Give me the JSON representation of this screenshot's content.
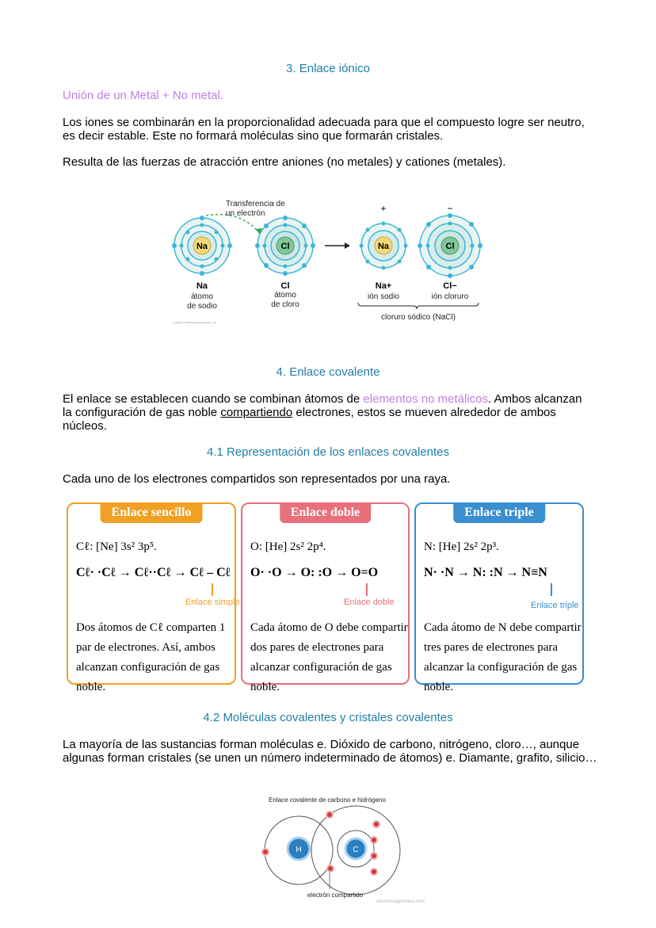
{
  "sec3": {
    "title": "3. Enlace iónico",
    "subtitle": "Unión de un Metal + No metal.",
    "p1": "Los iones se combinarán en la proporcionalidad adecuada para que el compuesto logre ser neutro, es decir estable. Este no formará moléculas sino que formarán cristales.",
    "p2": "Resulta de las fuerzas de atracción entre aniones (no metales) y cationes (metales)."
  },
  "fig1": {
    "transfer_label_1": "Transferencia de",
    "transfer_label_2": "un electrón",
    "na_symbol": "Na",
    "cl_symbol": "Cl",
    "plus": "+",
    "minus": "−",
    "na_name": "Na",
    "na_desc_1": "átomo",
    "na_desc_2": "de sodio",
    "cl_name": "Cl",
    "cl_desc_1": "átomo",
    "cl_desc_2": "de cloro",
    "na_ion": "Na+",
    "na_ion_desc": "ión sodio",
    "cl_ion": "Cl−",
    "cl_ion_desc": "ión cloruro",
    "compound": "cloruro sódico (NaCl)",
    "copyright": "Copyright © 2008 Pearson Education, Inc."
  },
  "sec4": {
    "title": "4. Enlace covalente",
    "p1_a": "El enlace se establecen cuando se combinan átomos de ",
    "p1_link": "elementos no metálicos",
    "p1_b": ". Ambos alcanzan la configuración de gas noble ",
    "p1_u": "compartiendo",
    "p1_c": " electrones, estos se mueven alrededor de ambos núcleos.",
    "sub1": "4.1 Representación de los enlaces covalentes",
    "p2": "Cada uno de los electrones compartidos son representados por una raya."
  },
  "cards": [
    {
      "title": "Enlace sencillo",
      "config": "Cℓ: [Ne] 3s² 3p⁵.",
      "equation": "Cℓ· ·Cℓ → Cℓ··Cℓ → Cℓ – Cℓ",
      "bond_label": "Enlace simple",
      "desc": "Dos átomos de Cℓ comparten 1 par de electrones. Así, ambos alcanzan configuración de gas noble."
    },
    {
      "title": "Enlace doble",
      "config": "O: [He] 2s² 2p⁴.",
      "equation": "O· ·O → O: :O → O=O",
      "bond_label": "Enlace doble",
      "desc": "Cada átomo de O debe compartir dos pares de electrones para alcanzar configuración de gas noble."
    },
    {
      "title": "Enlace triple",
      "config": "N: [He] 2s² 2p³.",
      "equation": "N· ·N → N: :N → N≡N",
      "bond_label": "Enlace triple",
      "desc": "Cada átomo de N debe compartir tres pares de electrones para alcanzar la configuración de gas noble."
    }
  ],
  "sec42": {
    "title": "4.2 Moléculas covalentes y cristales covalentes",
    "p1": "La mayoría de las sustancias forman moléculas e. Dióxido de carbono, nitrógeno, cloro…, aunque algunas forman cristales (se unen un número indeterminado de átomos) e. Diamante, grafito, silicio…"
  },
  "fig2": {
    "title": "Enlace covalente de carbono e hidrógeno",
    "h": "H",
    "c": "C",
    "caption": "electrón compartido",
    "watermark": "electronegatividad.com"
  },
  "colors": {
    "heading": "#1f7ea6",
    "lilac": "#c07fe0",
    "orange": "#f0a023",
    "red": "#e8707a",
    "blue": "#3a8fd0"
  }
}
